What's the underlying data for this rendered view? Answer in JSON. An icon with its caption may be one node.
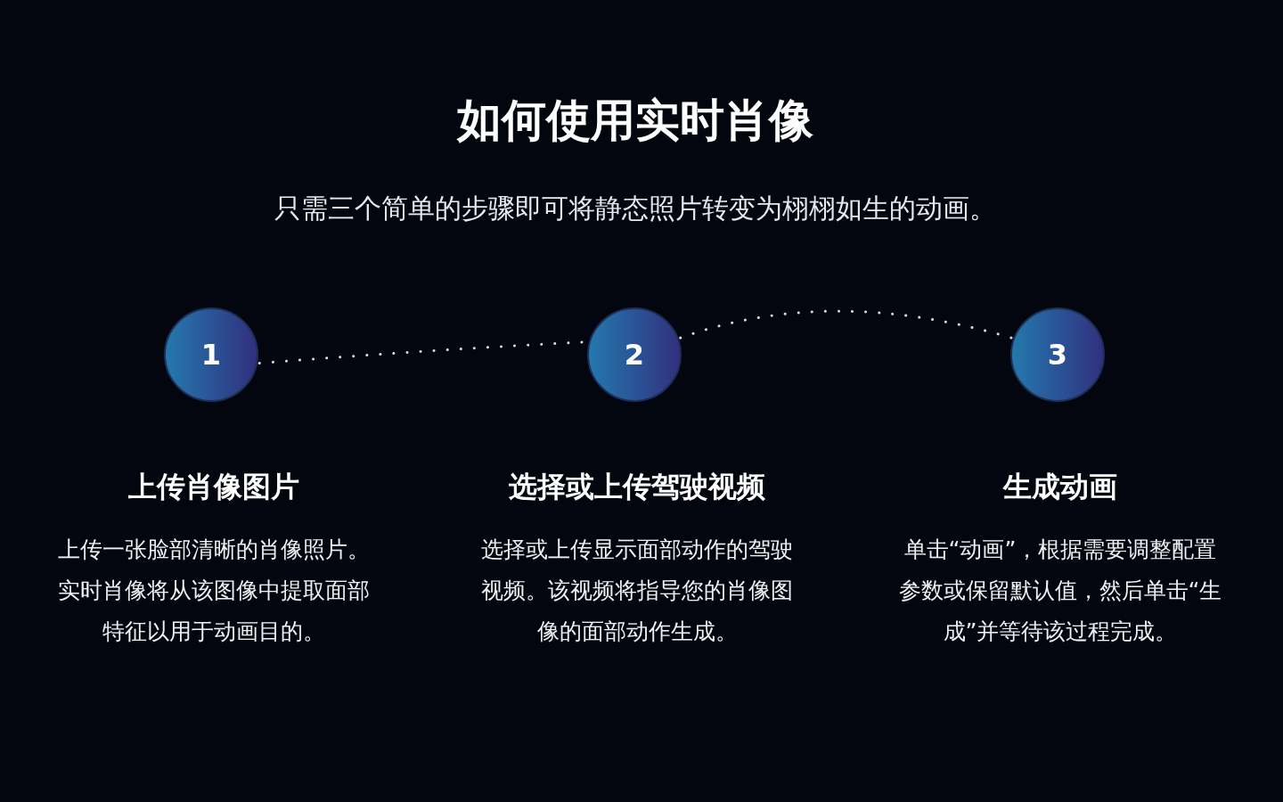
{
  "diagram": {
    "title": "如何使用实时肖像",
    "caption": "只需三个简单的步骤即可将静态照片转变为栩栩如生的动画。",
    "nodes": [
      {
        "text": [
          "1"
        ],
        "beside": [
          "上传肖像图片",
          "上传一张脸部清晰的肖像照片。实时肖像将从该图像中提取面部特征以用于动画目的。"
        ]
      },
      {
        "text": [
          "2"
        ],
        "beside": [
          "选择或上传驾驶视频",
          "选择或上传显示面部动作的驾驶视频。该视频将指导您的肖像图像的面部动作生成。"
        ]
      },
      {
        "text": [
          "3"
        ],
        "beside": [
          "生成动画",
          "单击“动画”，根据需要调整配置参数或保留默认值，然后单击“生成”并等待该过程完成。"
        ]
      }
    ],
    "edges": [
      {
        "from": 0,
        "to": 1,
        "arrow": "none",
        "style": "dashed"
      },
      {
        "from": 1,
        "to": 2,
        "arrow": "none",
        "style": "dashed"
      }
    ]
  }
}
